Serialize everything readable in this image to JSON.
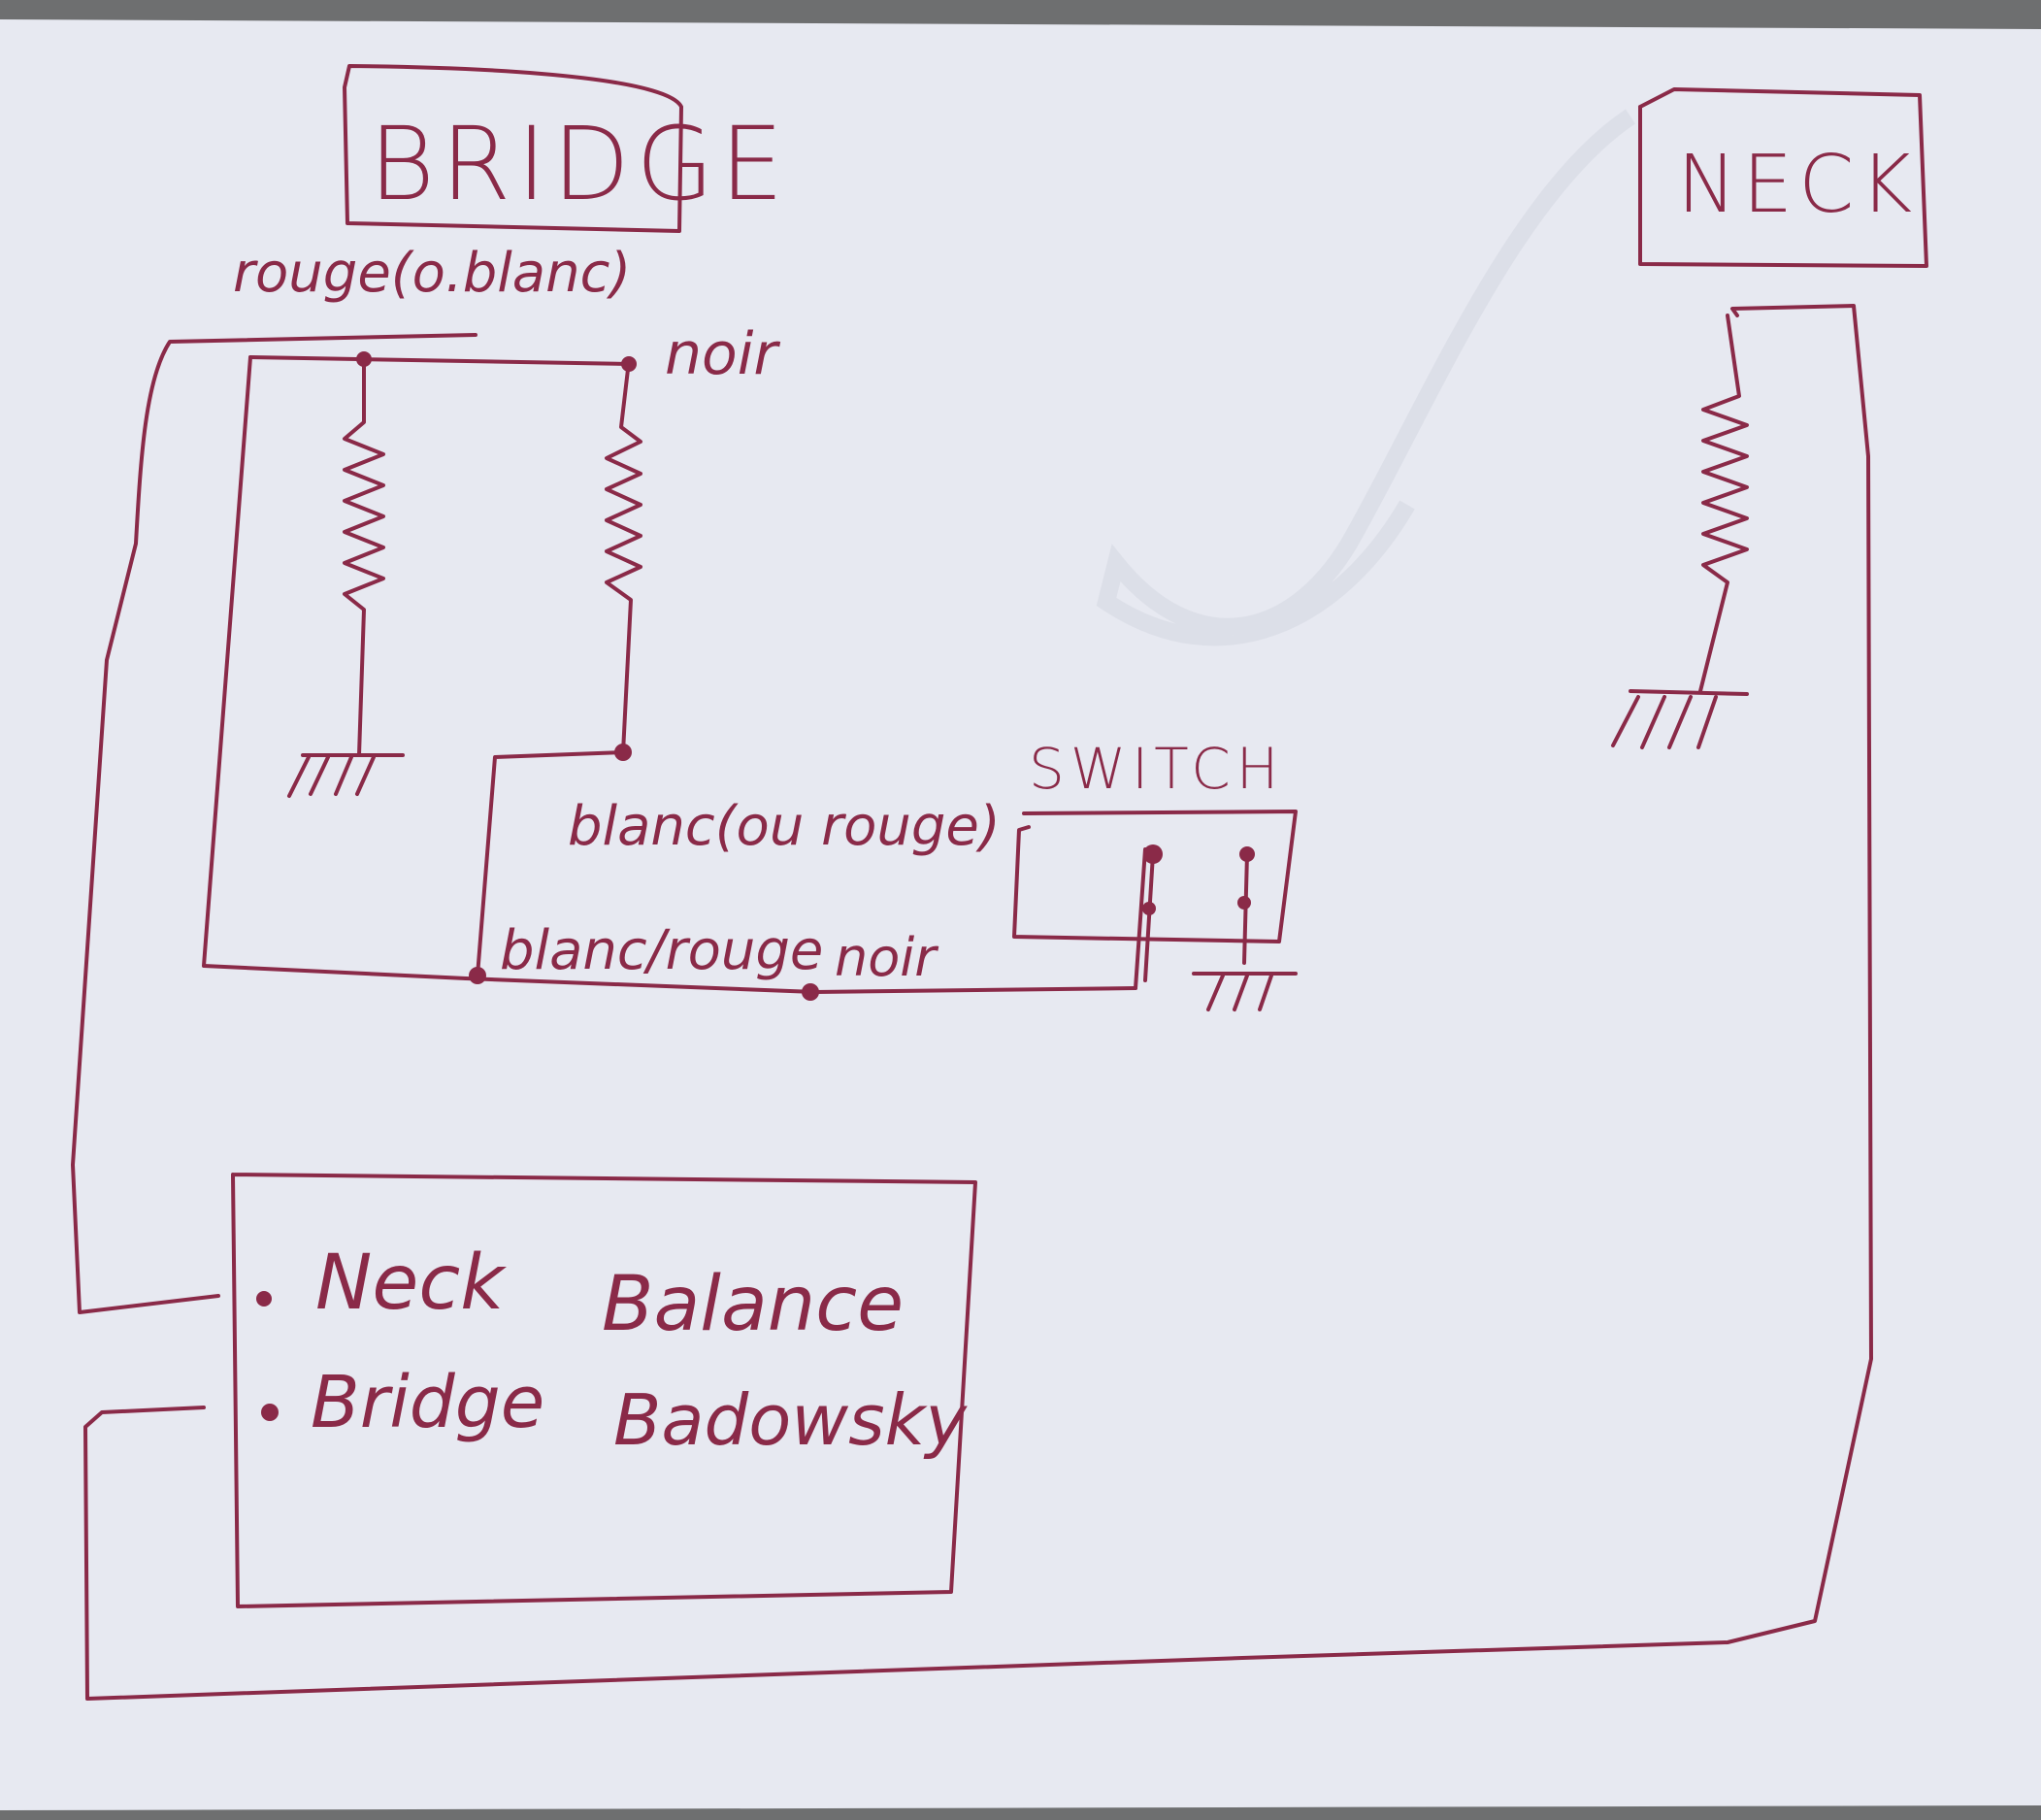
{
  "colors": {
    "ink": "#8a2a48",
    "paper": "#e7e9f1",
    "background": "#6e6f70"
  },
  "labels": {
    "bridge": "BRIDGE",
    "neck": "NECK",
    "switch": "SWITCH",
    "rouge_o_blanc": "rouge(o.blanc)",
    "noir_top": "noir",
    "blanc_ou_rouge": "blanc(ou rouge)",
    "blanc_rouge": "blanc/rouge",
    "noir_bottom": "noir"
  },
  "control_panel": {
    "options": [
      "Neck",
      "Bridge"
    ],
    "mode_words": [
      "Balance",
      "Badowsky"
    ]
  }
}
